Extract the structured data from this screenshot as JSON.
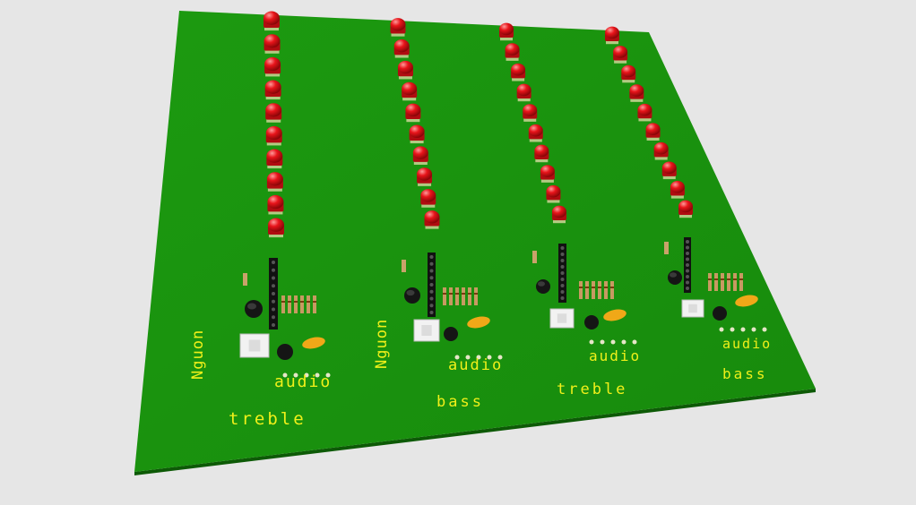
{
  "scene": {
    "subject": "3D PCB render: 4-channel audio VU meter LED board",
    "background_color": "#e6e6e6",
    "board_color": "#1f9e12",
    "silkscreen_color": "#f0f01a",
    "led_color": "#e8141a"
  },
  "silkscreen": {
    "nguon_1": "Nguon",
    "nguon_2": "Nguon",
    "audio_1": "audio",
    "audio_2": "audio",
    "audio_3": "audio",
    "audio_4": "audio",
    "treble_1": "treble",
    "treble_2": "treble",
    "bass_1": "bass",
    "bass_2": "bass"
  },
  "channels": [
    {
      "led_count": 10
    },
    {
      "led_count": 10
    },
    {
      "led_count": 10
    },
    {
      "led_count": 10
    }
  ]
}
